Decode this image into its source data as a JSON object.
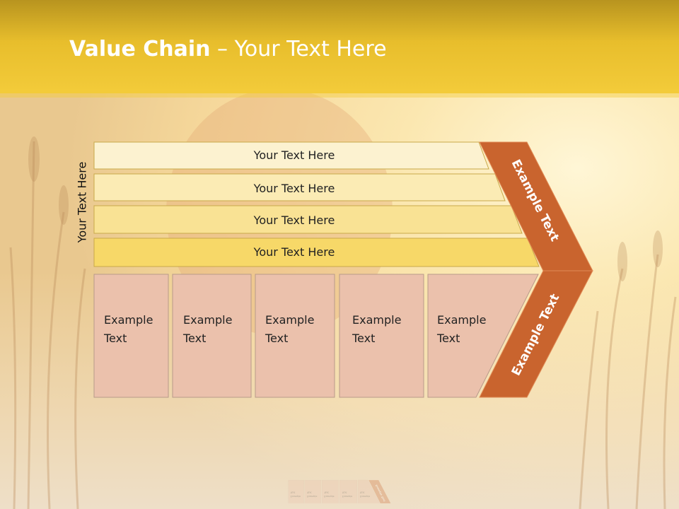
{
  "slide": {
    "title_bold": "Value Chain",
    "title_rest": " – Your Text Here",
    "side_label": "Your Text Here"
  },
  "support_rows": [
    {
      "label": "Your Text Here"
    },
    {
      "label": "Your Text Here"
    },
    {
      "label": "Your Text Here"
    },
    {
      "label": "Your Text Here"
    }
  ],
  "primary_boxes": [
    {
      "line1": "Example",
      "line2": "Text"
    },
    {
      "line1": "Example",
      "line2": "Text"
    },
    {
      "line1": "Example",
      "line2": "Text"
    },
    {
      "line1": "Example",
      "line2": "Text"
    },
    {
      "line1": "Example",
      "line2": "Text"
    }
  ],
  "margin": {
    "top_label": "Example Text",
    "bottom_label": "Example Text"
  },
  "colors": {
    "accent": "#C9642E",
    "row_light": "#FCF2D0",
    "row_dark": "#F7D868",
    "box_fill": "#EBC1AC",
    "header_band": "#EFC22E"
  }
}
